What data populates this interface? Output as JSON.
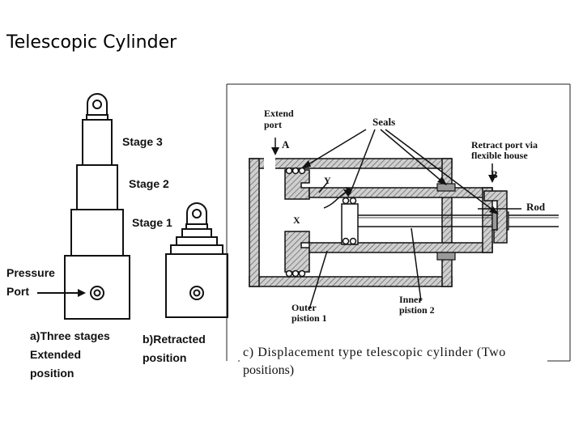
{
  "title": "Telescopic Cylinder",
  "figure_a": {
    "stage3": "Stage 3",
    "stage2": "Stage 2",
    "stage1": "Stage 1",
    "pressure_port": [
      "Pressure",
      "Port"
    ],
    "caption": [
      "a)Three stages",
      "Extended",
      "position"
    ]
  },
  "figure_b": {
    "caption": [
      "b)Retracted",
      "position"
    ]
  },
  "figure_c": {
    "extend_port": [
      "Extend",
      "port"
    ],
    "port_a": "A",
    "seals": "Seals",
    "retract_port": [
      "Retract port via",
      "flexible house"
    ],
    "port_b": "B",
    "rod": "Rod",
    "label_y": "Y",
    "label_x": "X",
    "outer_piston": [
      "Outer",
      "pistion 1"
    ],
    "inner_piston": [
      "Inner",
      "pistion 2"
    ],
    "caption": [
      "c) Displacement type telescopic cylinder (Two",
      "positions)"
    ]
  }
}
